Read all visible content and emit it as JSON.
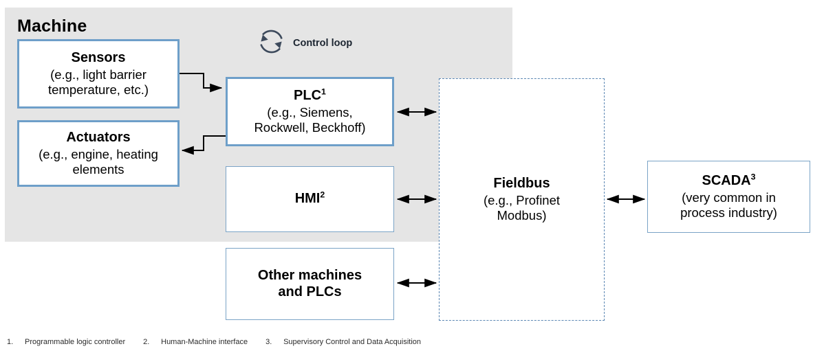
{
  "diagram": {
    "machine_label": "Machine",
    "control_loop": {
      "label": "Control loop",
      "icon": "circular-refresh-icon"
    },
    "nodes": {
      "sensors": {
        "title": "Sensors",
        "sub_line1": "(e.g., light barrier",
        "sub_line2": "temperature, etc.)"
      },
      "actuators": {
        "title": "Actuators",
        "sub_line1": "(e.g., engine, heating",
        "sub_line2": "elements"
      },
      "plc": {
        "title": "PLC",
        "superscript": "1",
        "sub_line1": "(e.g., Siemens,",
        "sub_line2": "Rockwell, Beckhoff)"
      },
      "hmi": {
        "title": "HMI",
        "superscript": "2"
      },
      "other": {
        "title_line1": "Other machines",
        "title_line2": "and PLCs"
      },
      "fieldbus": {
        "title": "Fieldbus",
        "sub_line1": "(e.g., Profinet",
        "sub_line2": "Modbus)"
      },
      "scada": {
        "title": "SCADA",
        "superscript": "3",
        "sub_line1": "(very common  in",
        "sub_line2": "process industry)"
      }
    },
    "footnotes": [
      {
        "num": "1.",
        "text": "Programmable  logic controller"
      },
      {
        "num": "2.",
        "text": "Human-Machine  interface"
      },
      {
        "num": "3.",
        "text": "Supervisory Control and Data Acquisition"
      }
    ],
    "colors": {
      "machine_background": "#e5e5e5",
      "box_border_accent": "#6e9fc9",
      "box_border_thin": "#7aa3c6",
      "fieldbus_border": "#5a86b3",
      "arrow": "#000000",
      "page_background": "#ffffff"
    }
  }
}
